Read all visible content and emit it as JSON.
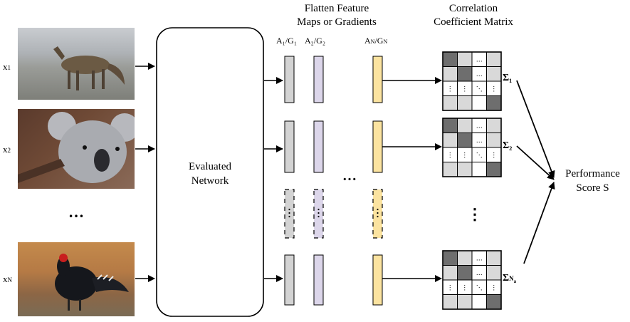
{
  "inputs": [
    {
      "label": "x",
      "sub": "1",
      "photo": "coyote"
    },
    {
      "label": "x",
      "sub": "2",
      "photo": "koala"
    },
    {
      "label": "x",
      "sub": "N",
      "photo": "black-grouse"
    }
  ],
  "inputs_ellipsis": "…",
  "network": {
    "line1": "Evaluated",
    "line2": "Network"
  },
  "feature_header": {
    "line1": "Flatten Feature",
    "line2": "Maps or Gradients"
  },
  "feature_labels": [
    "A₁/G₁",
    "A₂/G₂",
    "A_N/G_N"
  ],
  "feature_ellipsis": "…",
  "matrix_header": {
    "line1": "Correlation",
    "line2": "Coefficient Matrix"
  },
  "sigma_labels": [
    "Σ₁",
    "Σ₂",
    "Σ_Na"
  ],
  "matrix_ellipsis": "⋮",
  "score": {
    "line1": "Performance",
    "line2": "Score S"
  },
  "colors": {
    "feature_gray": "#d3d3d3",
    "feature_purple": "#dcd6ea",
    "feature_yellow": "#fbe3a0",
    "matrix_dark": "#6e6e6e",
    "matrix_light": "#d9d9d9",
    "matrix_mid": "#bcbcbc"
  }
}
